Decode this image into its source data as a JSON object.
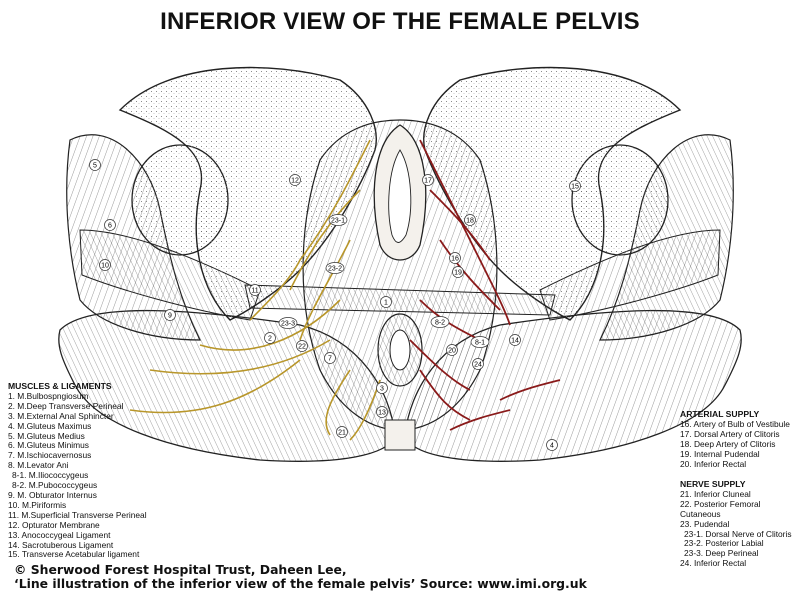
{
  "title": "INFERIOR VIEW OF THE FEMALE PELVIS",
  "muscles": {
    "heading": "MUSCLES & LIGAMENTS",
    "items": [
      "1. M.Bulbospngiosum",
      "2. M.Deep Transverse Perineal",
      "3. M.External Anal Sphincter",
      "4. M.Gluteus Maximus",
      "5. M.Gluteus Medius",
      "6. M.Gluteus Minimus",
      "7. M.Ischiocavernosus",
      "8. M.Levator Ani",
      "8-1. M.Iliococcygeus",
      "8-2. M.Pubococcygeus",
      "9. M. Obturator Internus",
      "10. M.Piriformis",
      "11. M.Superficial Transverse Perineal",
      "12. Opturator Membrane",
      "13. Anococcygeal Ligament",
      "14. Sacrotuberous Ligament",
      "15. Transverse Acetabular ligament"
    ]
  },
  "arterial": {
    "heading": "ARTERIAL SUPPLY",
    "items": [
      "16. Artery of Bulb of Vestibule",
      "17. Dorsal Artery of Clitoris",
      "18. Deep Artery of Clitoris",
      "19. Internal Pudendal",
      "20. Inferior Rectal"
    ]
  },
  "nerve": {
    "heading": "NERVE SUPPLY",
    "items": [
      "21. Inferior Cluneal",
      "22. Posterior Femoral Cutaneous",
      "23. Pudendal",
      "23-1. Dorsal Nerve of Clitoris",
      "23-2. Posterior Labial",
      "23-3. Deep Perineal",
      "24. Inferior Rectal"
    ]
  },
  "credit": {
    "line1": "© Sherwood Forest Hospital Trust, Daheen Lee,",
    "line2": "‘Line illustration of the inferior view of the female pelvis’ Source: www.imi.org.uk"
  },
  "labels": [
    "5",
    "6",
    "10",
    "9",
    "11",
    "2",
    "23-3",
    "23-1",
    "23-2",
    "22",
    "7",
    "1",
    "3",
    "13",
    "21",
    "4",
    "12",
    "15",
    "17",
    "18",
    "16",
    "19",
    "8-2",
    "8-1",
    "14",
    "20",
    "24"
  ],
  "colors": {
    "nerve": "#b8962a",
    "artery": "#8a1a1a",
    "line": "#222222"
  }
}
